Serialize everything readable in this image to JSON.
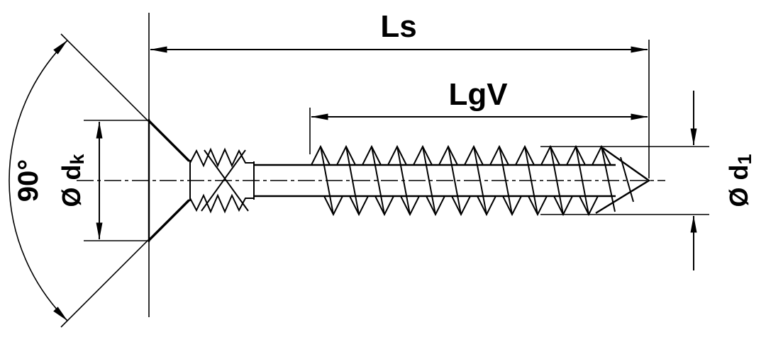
{
  "diagram": {
    "type": "technical-drawing-countersunk-screw",
    "labels": {
      "total_length": "Ls",
      "thread_length": "LgV",
      "countersink_angle": "90°",
      "head_diameter_prefix": "Ø d",
      "head_diameter_sub": "k",
      "outer_diameter_prefix": "Ø d",
      "outer_diameter_sub": "1"
    },
    "colors": {
      "line_color": "#000000",
      "background_color": "#ffffff"
    }
  }
}
